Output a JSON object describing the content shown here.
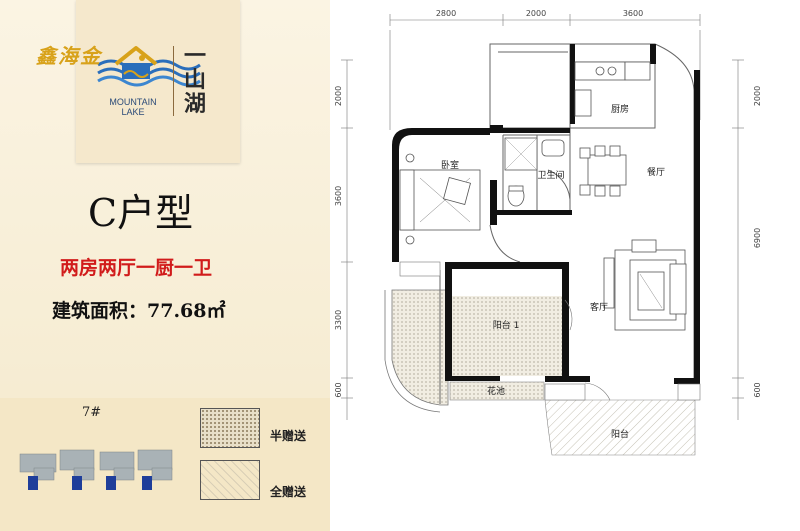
{
  "brand": {
    "name_cn": "鑫海金",
    "name_en_line1": "MOUNTAIN",
    "name_en_line2": "LAKE",
    "vertical_text": [
      "一",
      "山",
      "湖"
    ],
    "colors": {
      "gold": "#d8a21a",
      "blue": "#2a6ebb",
      "navy": "#2a4a78"
    }
  },
  "unit": {
    "title": "C户型",
    "layout": "两房两厅一厨一卫",
    "area_label": "建筑面积：77.68㎡"
  },
  "keyplan": {
    "building": "7#",
    "legend": [
      {
        "label": "半赠送",
        "pattern": "dotted"
      },
      {
        "label": "全赠送",
        "pattern": "hatched"
      }
    ]
  },
  "dimensions": {
    "top": [
      "2800",
      "2000",
      "3600"
    ],
    "left": [
      "2000",
      "3600",
      "3300",
      "600"
    ],
    "right": [
      "2000",
      "6900",
      "600"
    ]
  },
  "rooms": {
    "bedroom": "卧室",
    "bathroom": "卫生间",
    "kitchen": "厨房",
    "dining": "餐厅",
    "living": "客厅",
    "balcony1": "阳台 1",
    "planter": "花池",
    "balcony": "阳台"
  }
}
